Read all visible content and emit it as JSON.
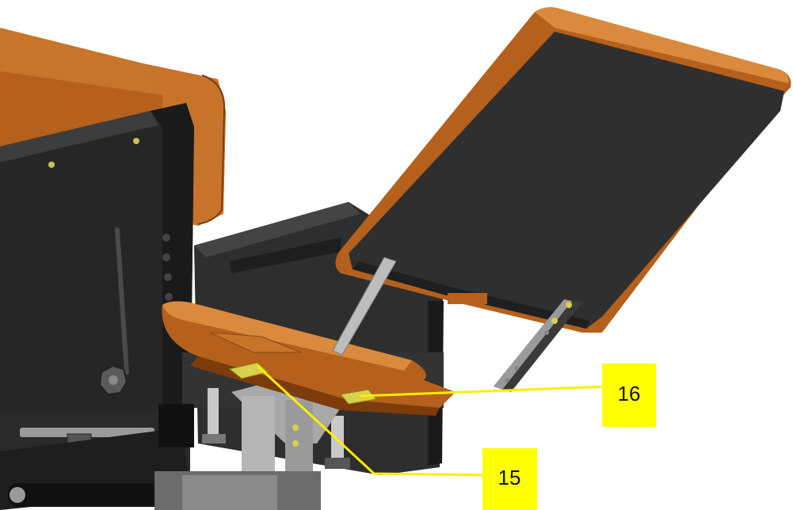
{
  "colors": {
    "background": "#ffffff",
    "body_dark": "#2b2b2b",
    "body_darker": "#1c1c1c",
    "body_mid": "#3a3a3a",
    "cushion_orange": "#b5601c",
    "cushion_orange_light": "#d98a3c",
    "cushion_orange_dark": "#7c3c0c",
    "metal": "#b8b8b8",
    "metal_dark": "#8c8c8c",
    "hardware_yellow": "#d9d14a",
    "callout_line": "#ffee00",
    "label_box": "#ffff00",
    "label_text": "#111111"
  },
  "callouts": [
    {
      "id": "15",
      "label": "15"
    },
    {
      "id": "16",
      "label": "16"
    }
  ]
}
